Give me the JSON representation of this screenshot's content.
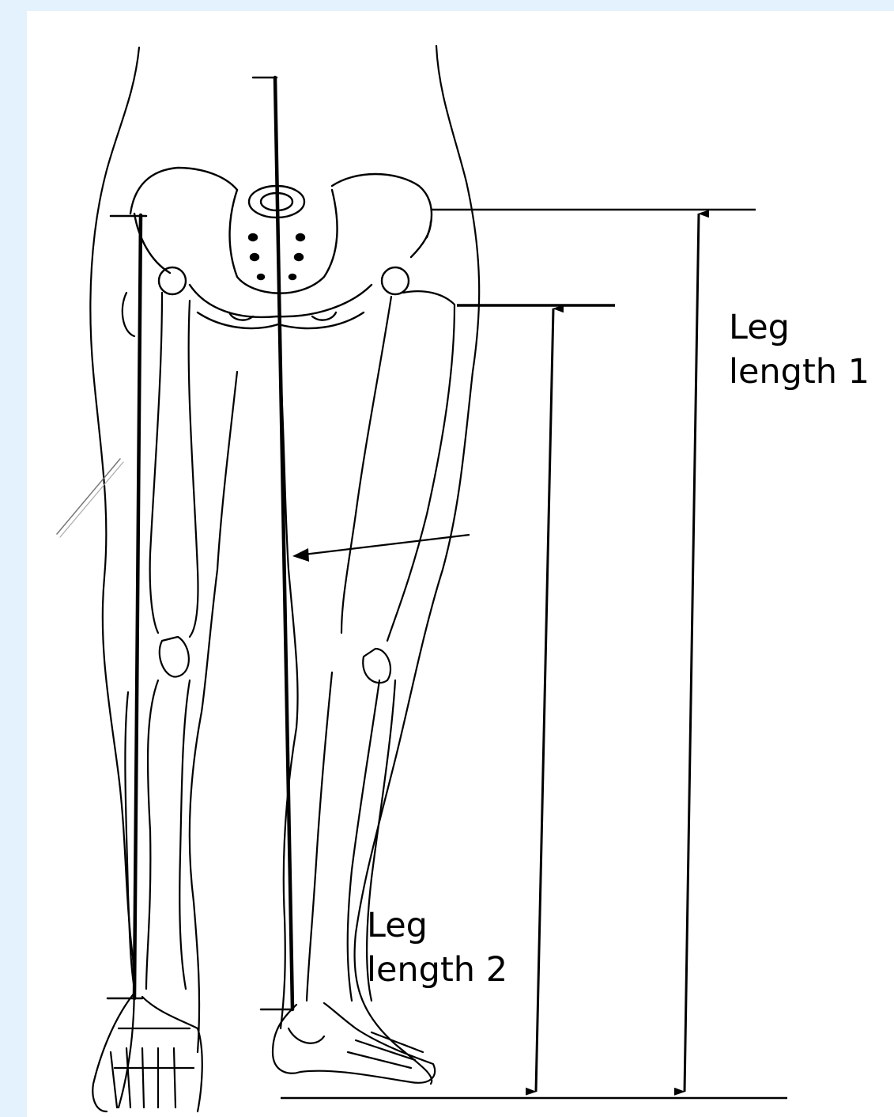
{
  "labels": {
    "leg_length_1": {
      "line1": "Leg",
      "line2": "length 1"
    },
    "leg_length_2": {
      "line1": "Leg",
      "line2": "length 2"
    }
  },
  "colors": {
    "background": "#e4f2fd",
    "canvas": "#ffffff",
    "ink": "#000000"
  }
}
